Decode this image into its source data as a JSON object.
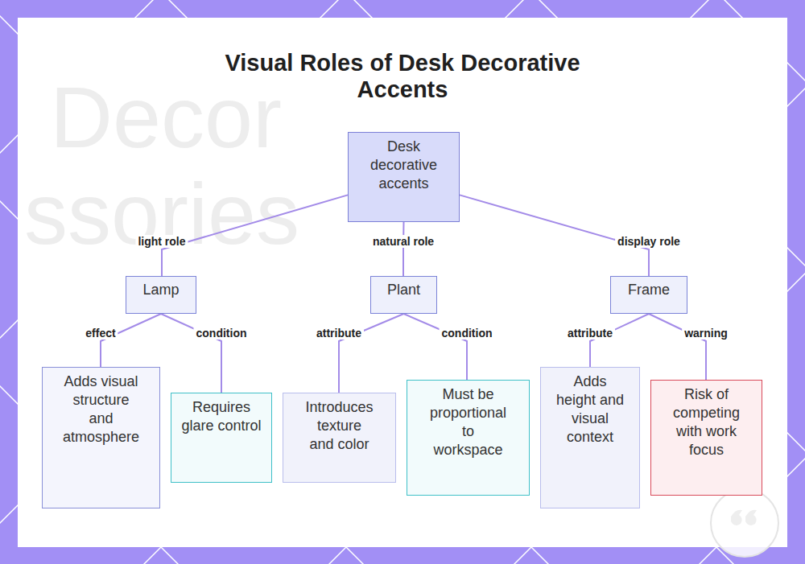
{
  "diagram": {
    "title": "Visual Roles of Desk Decorative Accents",
    "nodes": [
      {
        "text": [
          "Desk decorative accents"
        ]
      },
      {
        "text": [
          "Lamp"
        ]
      },
      {
        "text": [
          "Plant"
        ]
      },
      {
        "text": [
          "Frame"
        ]
      },
      {
        "text": [
          "Adds visual structure and atmosphere"
        ]
      },
      {
        "text": [
          "Requires glare control"
        ]
      },
      {
        "text": [
          "Introduces texture and color"
        ]
      },
      {
        "text": [
          "Must be proportional to workspace"
        ]
      },
      {
        "text": [
          "Adds height and visual context"
        ]
      },
      {
        "text": [
          "Risk of competing with work focus"
        ]
      }
    ],
    "edges": [
      {
        "from": 0,
        "to": 1,
        "label": "light role",
        "arrow": "none"
      },
      {
        "from": 0,
        "to": 2,
        "label": "natural role",
        "arrow": "none"
      },
      {
        "from": 0,
        "to": 3,
        "label": "display role",
        "arrow": "none"
      },
      {
        "from": 1,
        "to": 4,
        "label": "effect",
        "arrow": "none"
      },
      {
        "from": 1,
        "to": 5,
        "label": "condition",
        "arrow": "none"
      },
      {
        "from": 2,
        "to": 6,
        "label": "attribute",
        "arrow": "none"
      },
      {
        "from": 2,
        "to": 7,
        "label": "condition",
        "arrow": "none"
      },
      {
        "from": 3,
        "to": 8,
        "label": "attribute",
        "arrow": "none"
      },
      {
        "from": 3,
        "to": 9,
        "label": "warning",
        "arrow": "none"
      }
    ],
    "labels": [
      "Decor",
      "ssories"
    ]
  }
}
